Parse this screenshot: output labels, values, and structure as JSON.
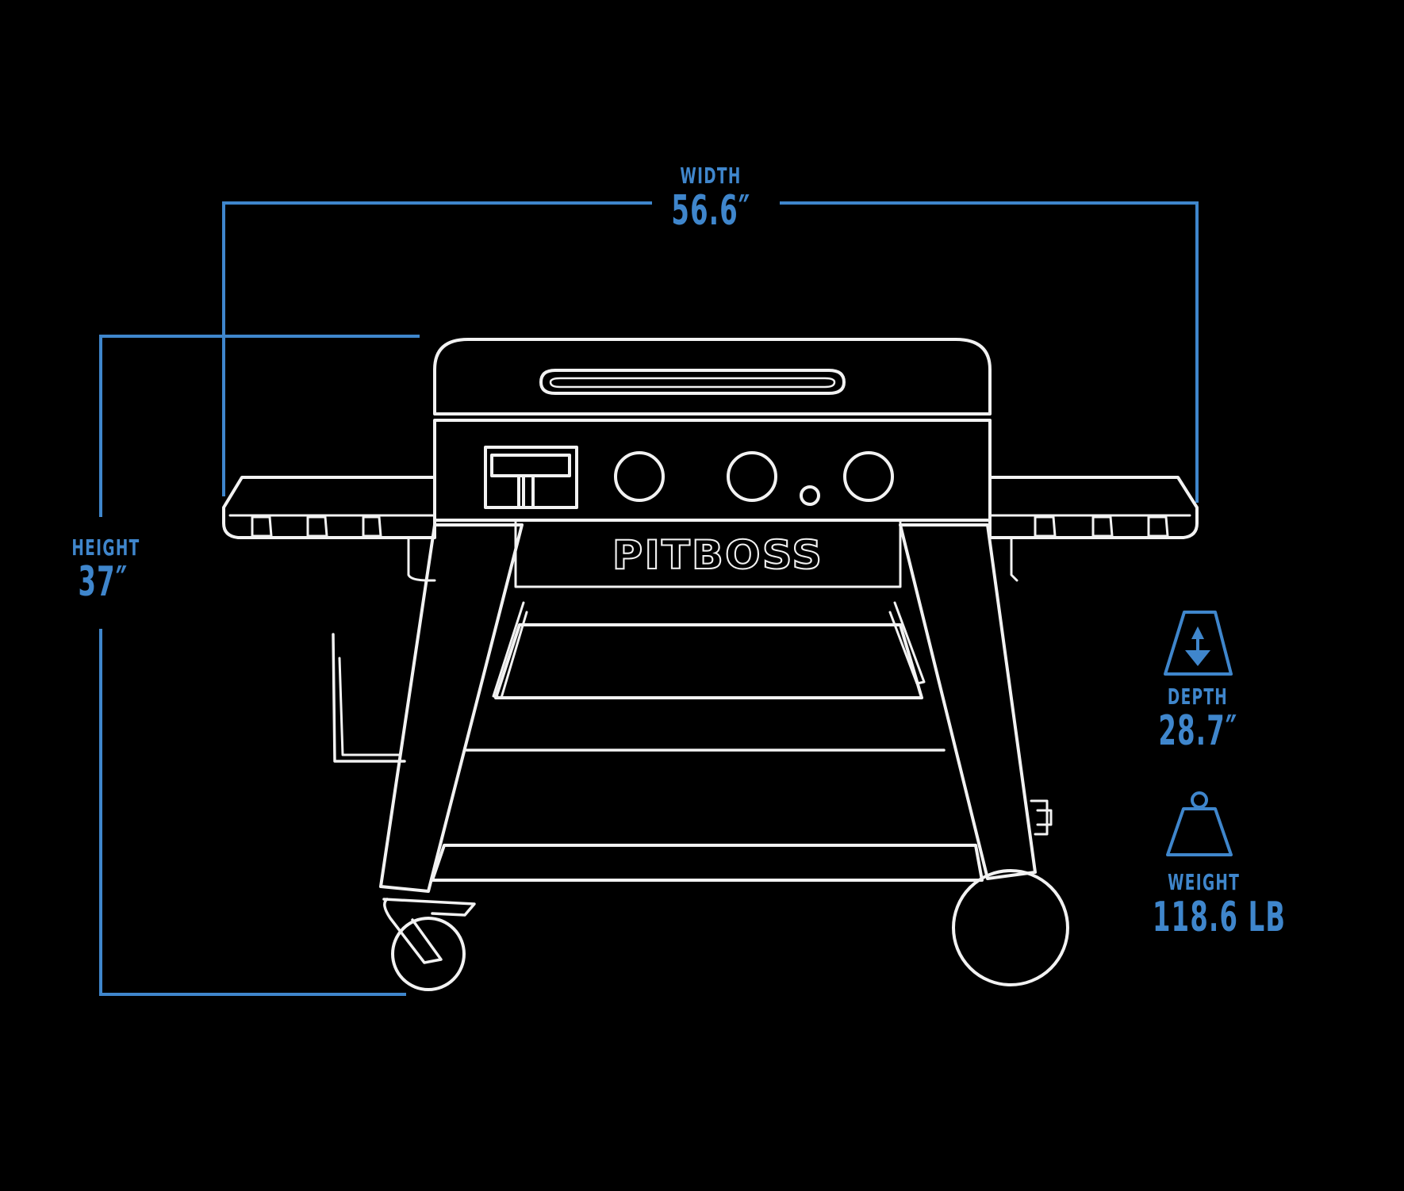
{
  "dimensions": {
    "width": {
      "label": "WIDTH",
      "value": "56.6″"
    },
    "height": {
      "label": "HEIGHT",
      "value": "37″"
    },
    "depth": {
      "label": "DEPTH",
      "value": "28.7″"
    },
    "weight": {
      "label": "WEIGHT",
      "value": "118.6 LB"
    }
  },
  "logo": {
    "text": "PITBOSS"
  },
  "icons": {
    "depth": "depth-arrow-icon",
    "weight": "weight-icon"
  },
  "colors": {
    "background": "#000000",
    "line_art": "#f2f2f2",
    "accent": "#3f86cc"
  }
}
